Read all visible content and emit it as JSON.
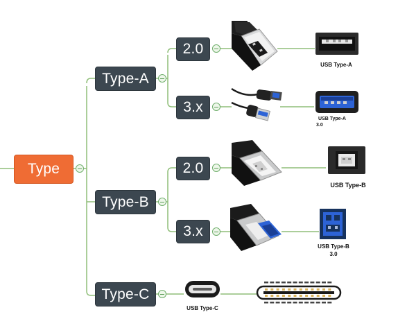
{
  "root": {
    "label": "Type"
  },
  "branches": [
    {
      "label": "Type-A",
      "versions": [
        {
          "label": "2.0",
          "caption": "USB Type-A",
          "caption_line2": ""
        },
        {
          "label": "3.x",
          "caption": "USB Type-A",
          "caption_line2": "3.0"
        }
      ]
    },
    {
      "label": "Type-B",
      "versions": [
        {
          "label": "2.0",
          "caption": "USB Type-B",
          "caption_line2": ""
        },
        {
          "label": "3.x",
          "caption": "USB Type-B",
          "caption_line2": "3.0"
        }
      ]
    },
    {
      "label": "Type-C",
      "caption": "USB Type-C"
    }
  ],
  "colors": {
    "root_fill": "#ef6c34",
    "node_fill": "#3c4750",
    "connector_line": "#8fbe78",
    "usb3_blue": "#2d63d6"
  }
}
